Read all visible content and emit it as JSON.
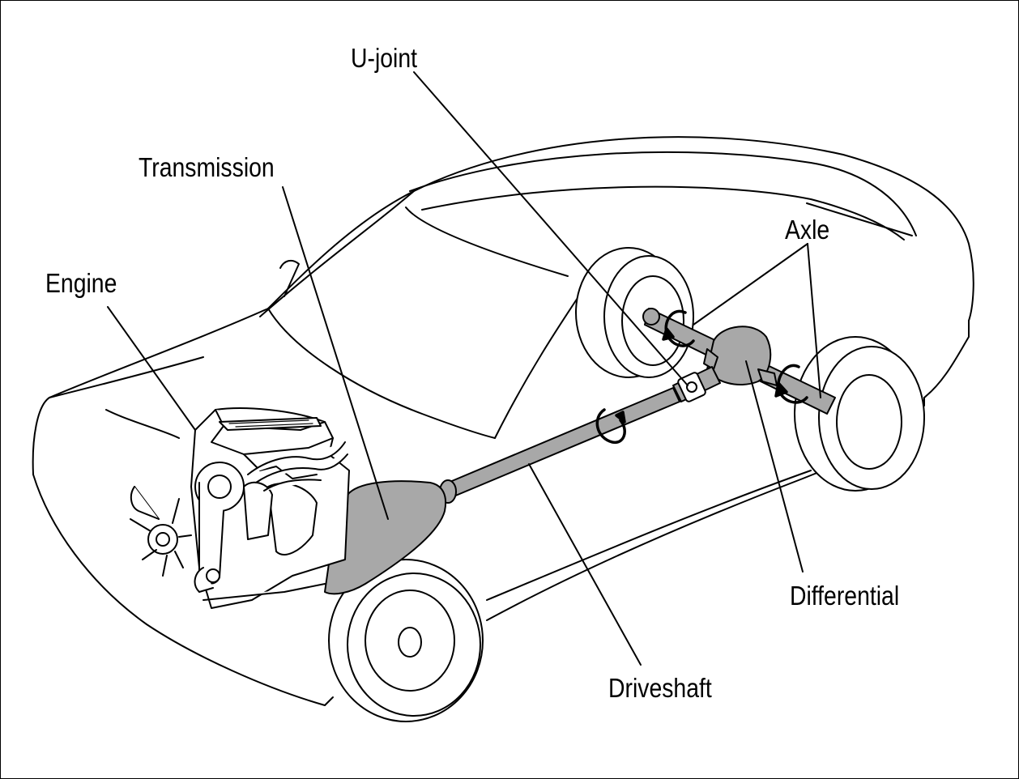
{
  "labels": {
    "ujoint": "U-joint",
    "transmission": "Transmission",
    "engine": "Engine",
    "axle": "Axle",
    "differential": "Differential",
    "driveshaft": "Driveshaft"
  },
  "colors": {
    "line": "#000000",
    "component_fill": "#a8a8a8",
    "background": "#ffffff"
  }
}
